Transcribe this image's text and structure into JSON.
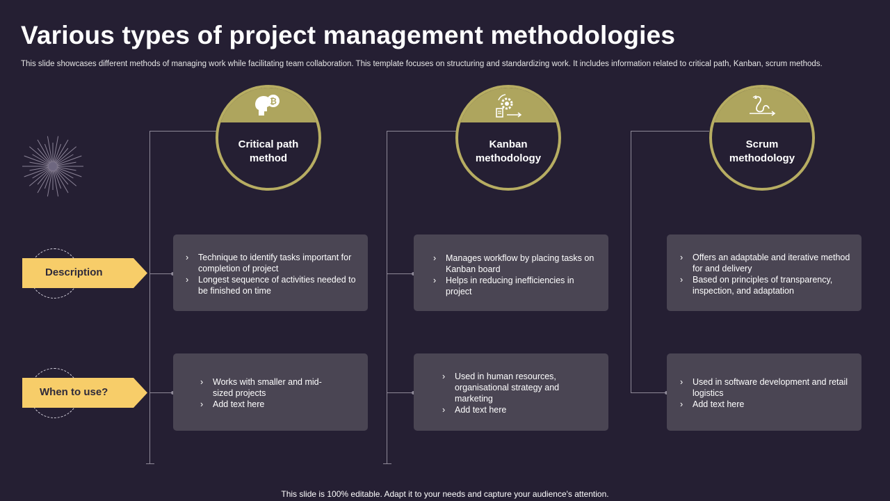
{
  "header": {
    "title": "Various types of project management methodologies",
    "subtitle": "This slide showcases different methods of managing work while facilitating team collaboration. This template focuses on structuring and standardizing work. It includes information related to critical path, Kanban, scrum methods."
  },
  "rows": {
    "description": "Description",
    "when": "When to use?"
  },
  "methods": [
    {
      "title": "Critical path method",
      "icon": "head-bitcoin-icon",
      "description": [
        "Technique to identify tasks important for completion of project",
        "Longest sequence of activities needed to be finished on time"
      ],
      "when": [
        "Works with smaller and mid-sized projects",
        "Add text here"
      ]
    },
    {
      "title": "Kanban methodology",
      "icon": "document-gear-icon",
      "description": [
        "Manages workflow by placing tasks on Kanban board",
        "Helps in reducing inefficiencies in project"
      ],
      "when": [
        "Used in human resources, organisational strategy and marketing",
        "Add text here"
      ]
    },
    {
      "title": "Scrum methodology",
      "icon": "loop-arrow-icon",
      "description": [
        "Offers an adaptable and iterative method for and delivery",
        "Based on principles of transparency, inspection, and adaptation"
      ],
      "when": [
        "Used in software development and retail logistics",
        "Add text here"
      ]
    }
  ],
  "footer": "This slide is 100% editable. Adapt it to your needs and capture your audience's attention.",
  "colors": {
    "background": "#251f33",
    "accent_gold": "#b7ad62",
    "tag_yellow": "#f7cd69",
    "card": "#4a4553"
  }
}
